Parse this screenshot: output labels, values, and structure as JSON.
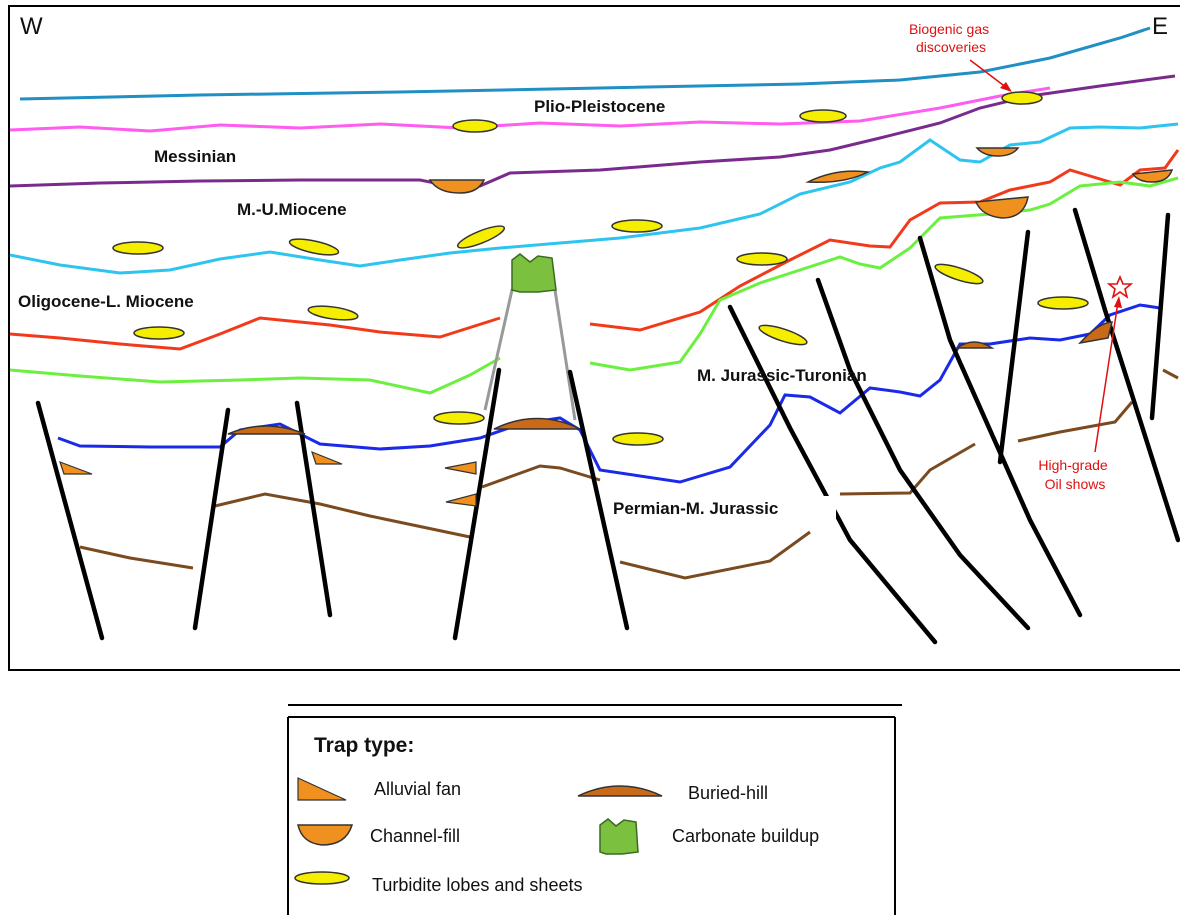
{
  "compass": {
    "west": "W",
    "east": "E"
  },
  "horizons": {
    "plio_pleistocene": "Plio-Pleistocene",
    "messinian": "Messinian",
    "m_u_miocene": "M.-U.Miocene",
    "oligocene_l_miocene": "Oligocene-L. Miocene",
    "m_jurassic_turonian": "M. Jurassic-Turonian",
    "permian_m_jurassic": "Permian-M. Jurassic"
  },
  "annotations": {
    "biogenic_gas_line1": "Biogenic gas",
    "biogenic_gas_line2": "discoveries",
    "oil_shows_line1": "High-grade",
    "oil_shows_line2": "Oil shows"
  },
  "legend": {
    "title": "Trap type:",
    "alluvial_fan": "Alluvial fan",
    "buried_hill": "Buried-hill",
    "channel_fill": "Channel-fill",
    "carbonate_buildup": "Carbonate buildup",
    "turbidite": "Turbidite lobes and sheets"
  },
  "colors": {
    "sea_floor": "#1f8fc4",
    "plio_pleistocene": "#ff5cf0",
    "messinian": "#7a2a8c",
    "m_u_miocene": "#2ec4f0",
    "oligocene": "#f23a1a",
    "green_horizon": "#6cf040",
    "jurassic": "#1a2ae8",
    "permian": "#7a4a20",
    "fault": "#000000",
    "turbidite": "#f5ee00",
    "channel": "#f0901e",
    "buried_hill": "#c86a18",
    "carbonate": "#7cc040",
    "annotation": "#e01010"
  },
  "icons": [
    "alluvial-fan-icon",
    "buried-hill-icon",
    "channel-fill-icon",
    "carbonate-buildup-icon",
    "turbidite-icon",
    "star-icon",
    "arrow-icon"
  ]
}
